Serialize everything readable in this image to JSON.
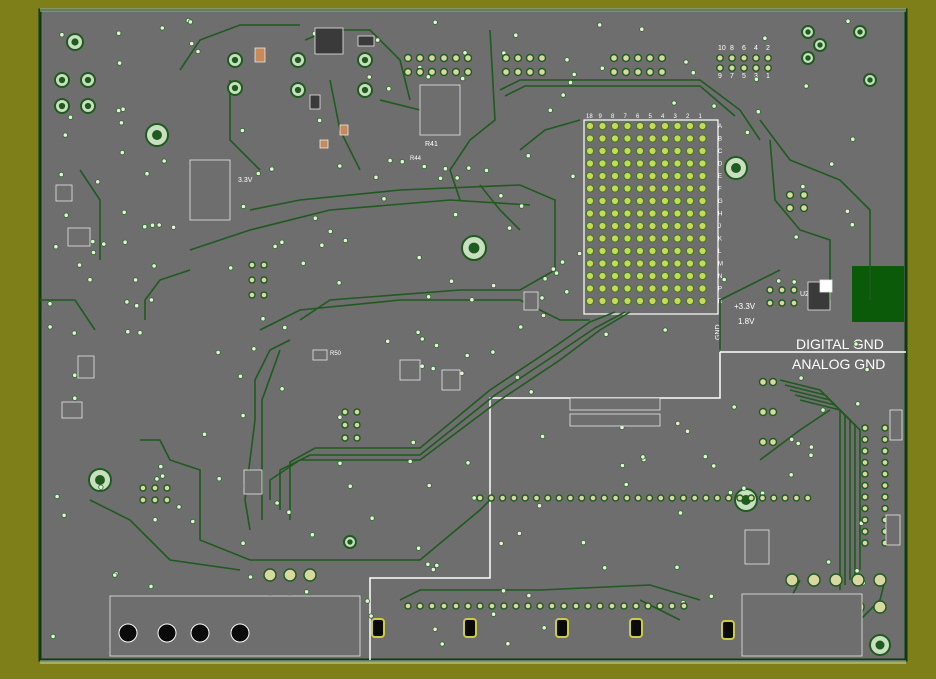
{
  "board": {
    "colors": {
      "background": "#7f7f1a",
      "substrate": "#6e6e6e",
      "trace": "#1f5a1f",
      "pad": "#d8d8a0",
      "ground_pour": "#0a5a0a",
      "silkscreen": "#ffffff"
    },
    "labels": {
      "digital_gnd": "DIGITAL GND",
      "analog_gnd": "ANALOG GND",
      "v33": "+3.3V",
      "v33b": "3.3V",
      "v18": "1.8V",
      "gnd": "GND",
      "ref1": "R41",
      "ref2": "R50",
      "ref3": "R44",
      "ref4": "U2"
    },
    "header_cols_top": [
      "10",
      "8",
      "6",
      "4",
      "2"
    ],
    "header_cols_bottom": [
      "9",
      "7",
      "5",
      "3",
      "1"
    ],
    "bga": {
      "col_labels": [
        "18",
        "9",
        "8",
        "7",
        "6",
        "5",
        "4",
        "3",
        "2",
        "1"
      ],
      "row_labels": [
        "A",
        "B",
        "C",
        "D",
        "E",
        "F",
        "G",
        "H",
        "J",
        "K",
        "L",
        "M",
        "N",
        "P",
        "R"
      ]
    }
  }
}
